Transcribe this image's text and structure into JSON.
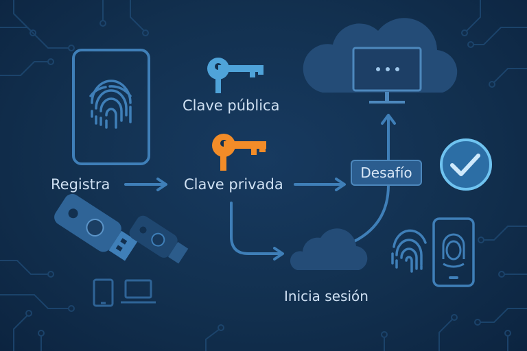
{
  "labels": {
    "register": "Registra",
    "public_key": "Clave pública",
    "private_key": "Clave privada",
    "challenge": "Desafío",
    "sign_in": "Inicia sesión"
  },
  "icons": {
    "phone": "phone-fingerprint-icon",
    "public_key": "key-icon",
    "private_key": "key-icon",
    "cloud_monitor": "cloud-monitor-icon",
    "check": "check-circle-icon",
    "usb_keys": "usb-security-key-icon",
    "devices": "device-icon",
    "cloud": "cloud-icon",
    "fingerprint": "fingerprint-icon",
    "face_phone": "face-id-phone-icon"
  },
  "colors": {
    "background": "#12304f",
    "line": "#3f7fb8",
    "public_key": "#4fa3d9",
    "private_key": "#f28c28",
    "check": "#6fc3f0",
    "text": "#cfe0f2"
  }
}
